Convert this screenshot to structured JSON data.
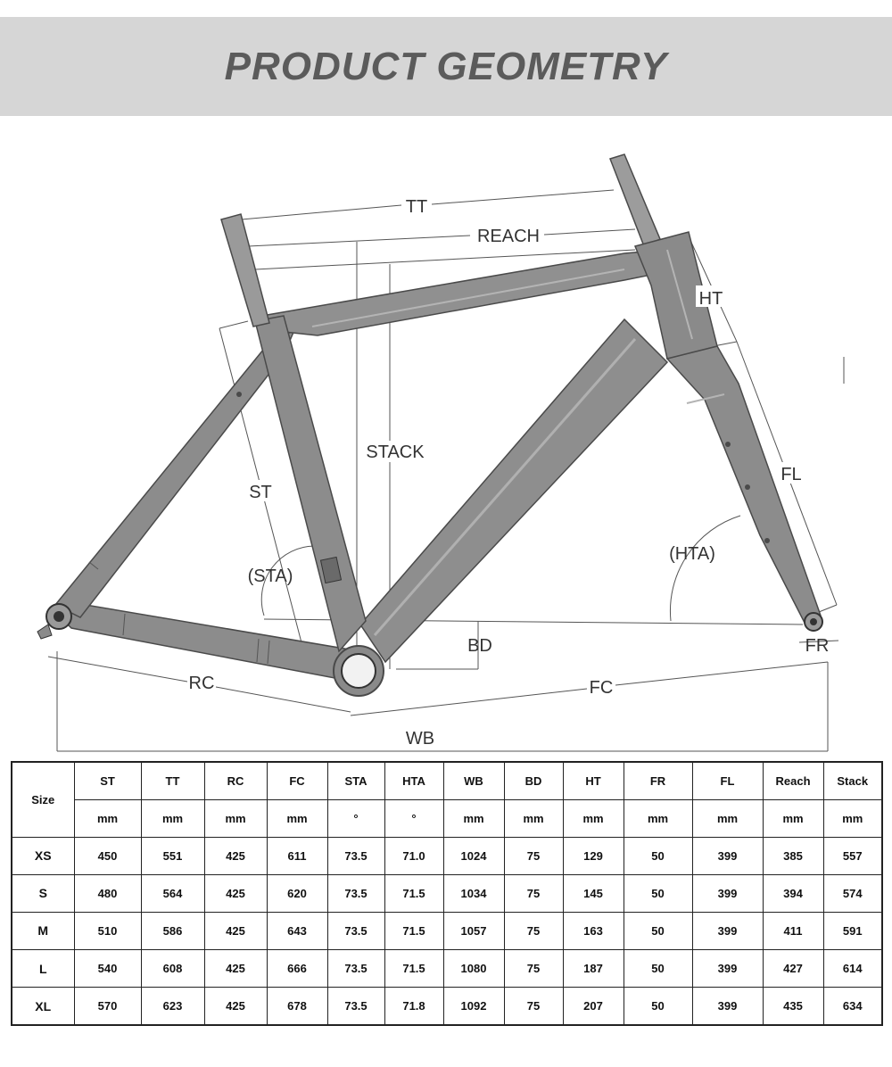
{
  "header": {
    "title": "PRODUCT GEOMETRY"
  },
  "diagram": {
    "labels": {
      "tt": "TT",
      "reach": "REACH",
      "ht": "HT",
      "stack": "STACK",
      "st": "ST",
      "fl": "FL",
      "sta": "(STA)",
      "hta": "(HTA)",
      "bd": "BD",
      "fr": "FR",
      "rc": "RC",
      "fc": "FC",
      "wb": "WB"
    },
    "colors": {
      "frame": "#8c8c8c",
      "frame_dark": "#4a4a4a",
      "frame_light": "#b4b4b4",
      "lines": "#555555"
    }
  },
  "table": {
    "size_header": "Size",
    "columns": [
      "ST",
      "TT",
      "RC",
      "FC",
      "STA",
      "HTA",
      "WB",
      "BD",
      "HT",
      "FR",
      "FL",
      "Reach",
      "Stack"
    ],
    "units": [
      "mm",
      "mm",
      "mm",
      "mm",
      "°",
      "°",
      "mm",
      "mm",
      "mm",
      "mm",
      "mm",
      "mm",
      "mm"
    ],
    "rows": [
      {
        "size": "XS",
        "values": [
          "450",
          "551",
          "425",
          "611",
          "73.5",
          "71.0",
          "1024",
          "75",
          "129",
          "50",
          "399",
          "385",
          "557"
        ]
      },
      {
        "size": "S",
        "values": [
          "480",
          "564",
          "425",
          "620",
          "73.5",
          "71.5",
          "1034",
          "75",
          "145",
          "50",
          "399",
          "394",
          "574"
        ]
      },
      {
        "size": "M",
        "values": [
          "510",
          "586",
          "425",
          "643",
          "73.5",
          "71.5",
          "1057",
          "75",
          "163",
          "50",
          "399",
          "411",
          "591"
        ]
      },
      {
        "size": "L",
        "values": [
          "540",
          "608",
          "425",
          "666",
          "73.5",
          "71.5",
          "1080",
          "75",
          "187",
          "50",
          "399",
          "427",
          "614"
        ]
      },
      {
        "size": "XL",
        "values": [
          "570",
          "623",
          "425",
          "678",
          "73.5",
          "71.8",
          "1092",
          "75",
          "207",
          "50",
          "399",
          "435",
          "634"
        ]
      }
    ]
  }
}
